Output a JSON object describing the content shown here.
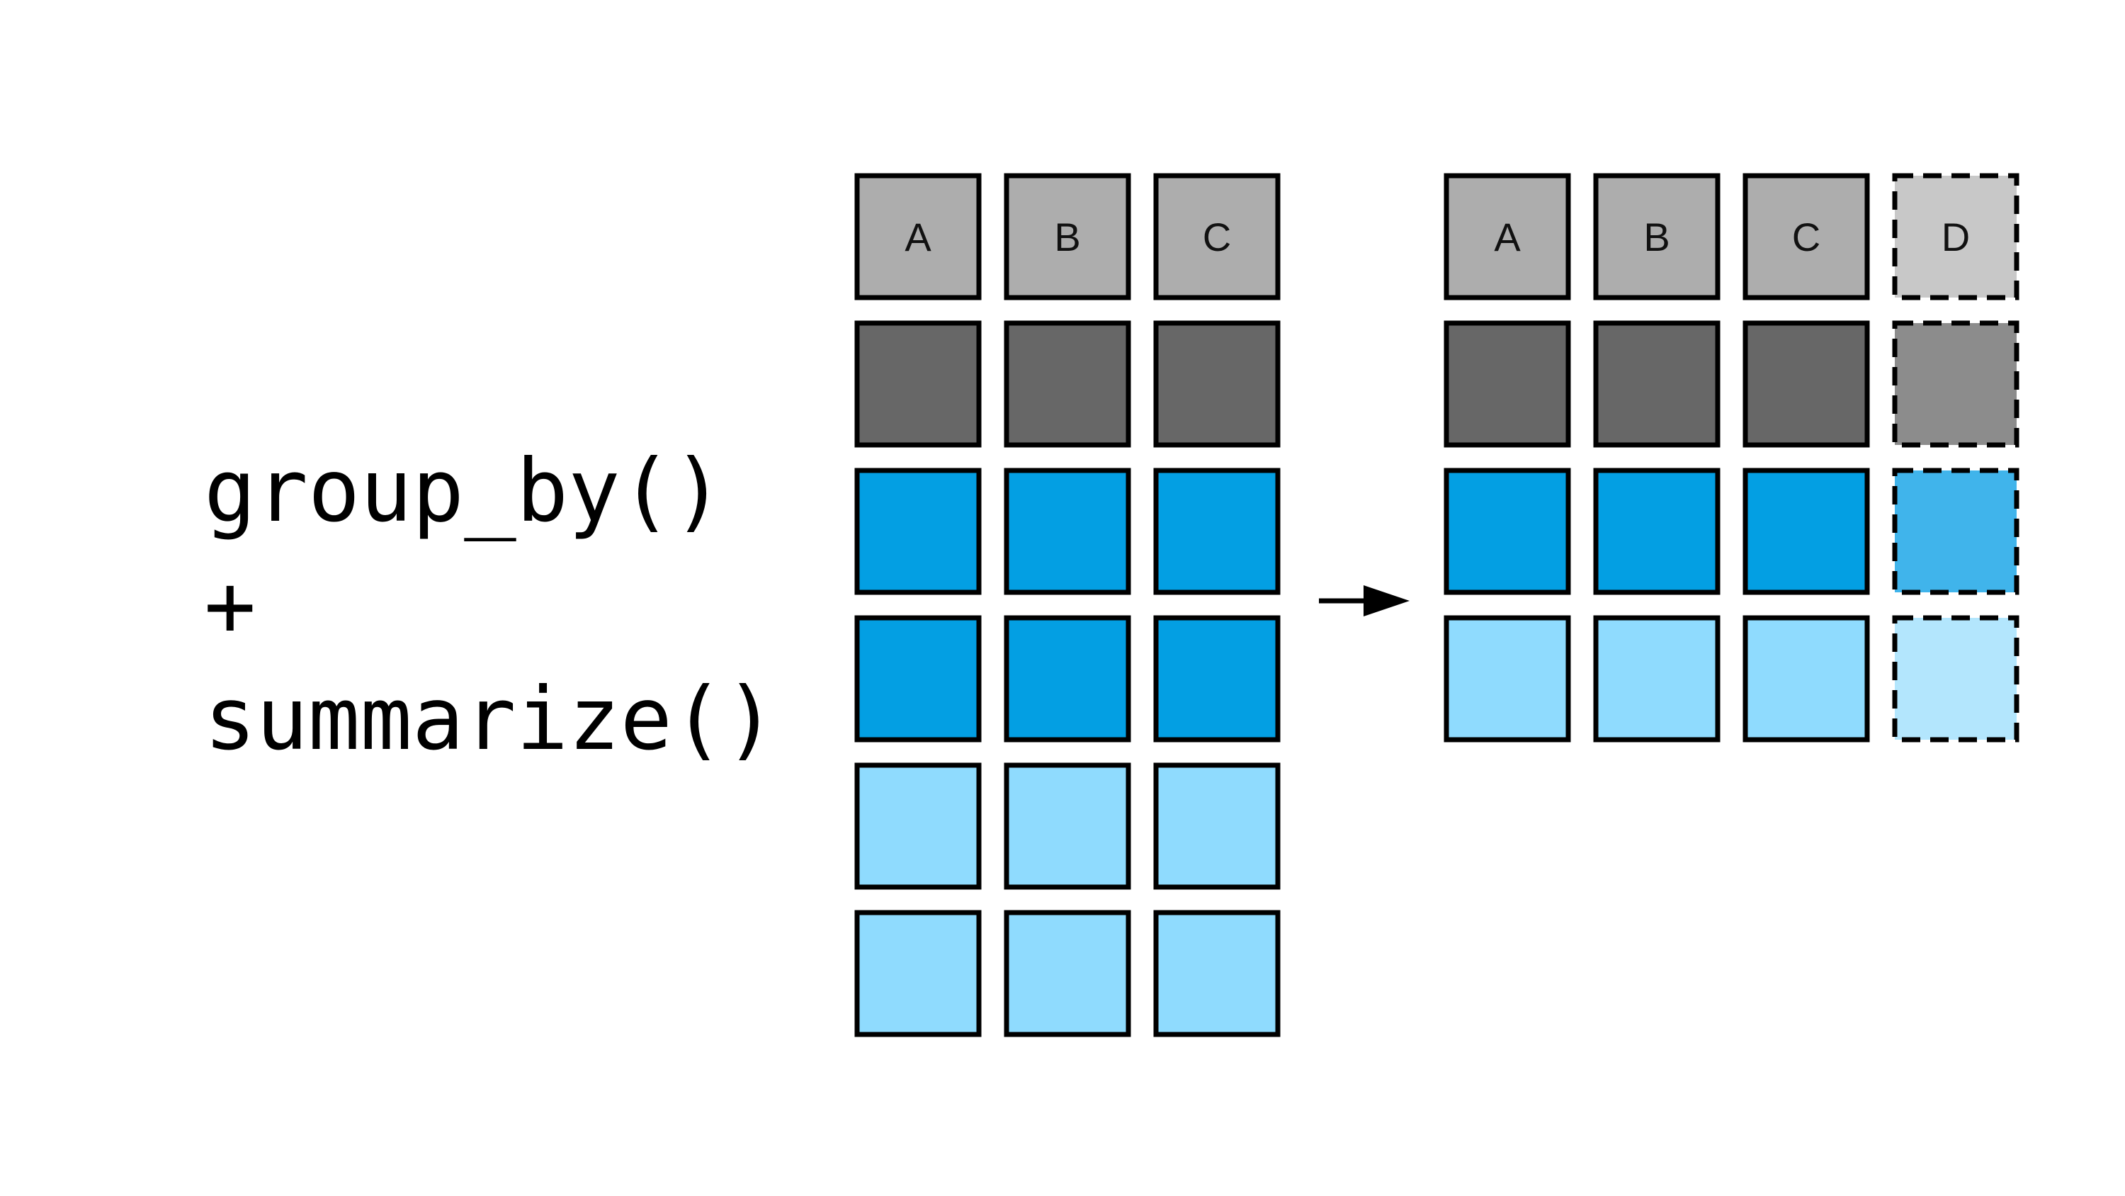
{
  "code_lines": [
    "group_by()",
    "+",
    "summarize()"
  ],
  "input_table": {
    "headers": [
      "A",
      "B",
      "C"
    ],
    "rows": [
      "group-1",
      "group-2",
      "group-2",
      "group-3",
      "group-3"
    ]
  },
  "output_table": {
    "headers": [
      "A",
      "B",
      "C",
      "D"
    ],
    "new_column": "D",
    "rows": [
      "group-1",
      "group-2",
      "group-3"
    ]
  },
  "colors": {
    "header": "#adadad",
    "group-1": "#676767",
    "group-2": "#039fe3",
    "group-3": "#8fdbfe",
    "new_header": "#c8c8c8",
    "new_group-1": "#8c8c8c",
    "new_group-2": "#40b4eb",
    "new_group-3": "#b3e6fd",
    "border": "#000000",
    "arrow": "#000000"
  },
  "icons": {
    "transform_arrow": "right-arrow-icon"
  }
}
